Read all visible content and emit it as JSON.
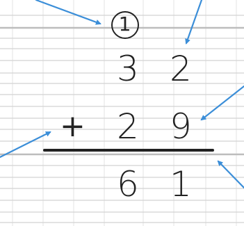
{
  "carry": "1",
  "addend1": {
    "tens": "3",
    "ones": "2"
  },
  "addend2": {
    "tens": "2",
    "ones": "9"
  },
  "operator": "+",
  "sum": {
    "tens": "6",
    "ones": "1"
  },
  "colors": {
    "ink": "#222222",
    "arrow": "#3b8ed8",
    "grid": "#cfcfcf",
    "grid_bold": "#b5b5b5"
  }
}
